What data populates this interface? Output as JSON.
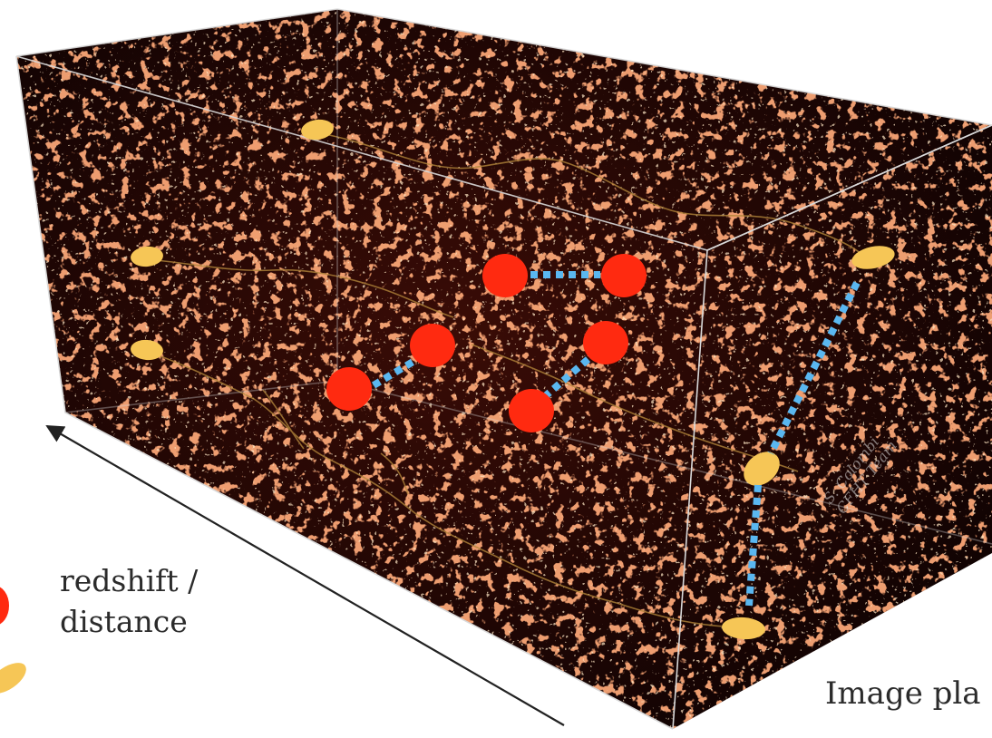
{
  "axis_label": {
    "line1": "redshift /",
    "line2": "distance"
  },
  "image_plane_label": "Image pla",
  "credit": {
    "line1": "S. Colombi",
    "line2": "CFHT Team"
  },
  "colors": {
    "background": "#ffffff",
    "volume": "#1a0604",
    "filament": "#c83a1a",
    "image_plane_galaxy": "#f6c656",
    "lens_galaxy": "#ff2a10",
    "correlation_link": "#5ab7f0",
    "edge": "#d8d8d8",
    "arrow": "#222222"
  },
  "icons": [
    "arrow-icon",
    "galaxy-ellipse-icon",
    "dashed-link-icon"
  ]
}
